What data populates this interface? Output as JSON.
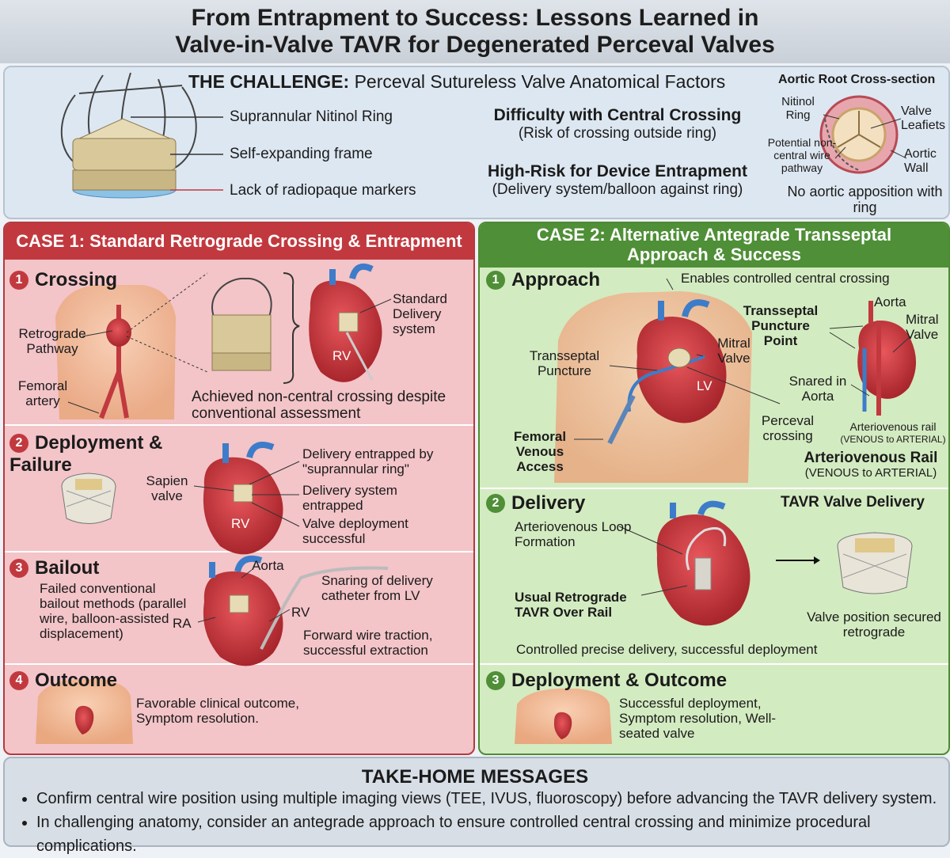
{
  "title": {
    "line1": "From Entrapment to Success: Lessons Learned in",
    "line2": "Valve-in-Valve TAVR for Degenerated Perceval Valves"
  },
  "challenge": {
    "heading_bold": "THE CHALLENGE:",
    "heading_rest": "Perceval Sutureless Valve Anatomical Factors",
    "labels": [
      "Suprannular Nitinol Ring",
      "Self-expanding frame",
      "Lack of radiopaque markers"
    ],
    "difficulty_title": "Difficulty with Central Crossing",
    "difficulty_sub": "(Risk of crossing outside ring)",
    "risk_title": "High-Risk for Device Entrapment",
    "risk_sub": "(Delivery system/balloon against ring)",
    "cross_section": {
      "title": "Aortic Root Cross-section",
      "nitinol": "Nitinol Ring",
      "leaflets": "Valve Leafiets",
      "pathway": "Potential non-central wire pathway",
      "wall": "Aortic Wall",
      "apposition": "No aortic apposition with ring"
    }
  },
  "case1": {
    "header": "CASE 1: Standard Retrograde Crossing & Entrapment",
    "s1": {
      "num": "1",
      "title": "Crossing",
      "retro": "Retrograde Pathway",
      "femoral": "Femoral artery",
      "standard": "Standard Delivery system",
      "rv": "RV",
      "note": "Achieved non-central crossing despite conventional assessment"
    },
    "s2": {
      "num": "2",
      "title": "Deployment & Failure",
      "sapien": "Sapien valve",
      "rv": "RV",
      "l1": "Delivery entrapped by \"suprannular ring\"",
      "l2": "Delivery system entrapped",
      "l3": "Valve deployment successful"
    },
    "s3": {
      "num": "3",
      "title": "Bailout",
      "desc": "Failed conventional bailout methods (parallel wire, balloon-assisted displacement)",
      "ra": "RA",
      "aorta": "Aorta",
      "rv": "RV",
      "snare": "Snaring of delivery catheter from LV",
      "forward": "Forward wire traction, successful extraction"
    },
    "s4": {
      "num": "4",
      "title": "Outcome",
      "desc": "Favorable clinical outcome, Symptom resolution."
    }
  },
  "case2": {
    "header_line1": "CASE 2: Alternative Antegrade Transseptal",
    "header_line2": "Approach & Success",
    "s1": {
      "num": "1",
      "title": "Approach",
      "enables": "Enables controlled central crossing",
      "transseptal": "Transseptal Puncture",
      "mitral": "Mitral Valve",
      "lv": "LV",
      "femoral": "Femoral Venous Access",
      "tp_point": "Transseptal Puncture Point",
      "aorta": "Aorta",
      "mitral2": "Mitral Valve",
      "snared": "Snared in Aorta",
      "perceval": "Perceval crossing",
      "av_rail_small": "Arteriovenous rail",
      "venous_small": "(VENOUS to ARTERIAL)",
      "av_rail": "Arteriovenous Rail",
      "venous": "(VENOUS to ARTERIAL)"
    },
    "s2": {
      "num": "2",
      "title": "Delivery",
      "tavr": "TAVR Valve Delivery",
      "loop": "Arteriovenous Loop Formation",
      "usual": "Usual Retrograde TAVR Over Rail",
      "secured": "Valve position secured retrograde",
      "controlled": "Controlled precise delivery, successful deployment"
    },
    "s3": {
      "num": "3",
      "title": "Deployment & Outcome",
      "desc": "Successful deployment, Symptom resolution, Well-seated valve"
    }
  },
  "take_home": {
    "title": "TAKE-HOME MESSAGES",
    "items": [
      "Confirm central wire position using multiple imaging views (TEE, IVUS, fluoroscopy) before advancing the TAVR delivery system.",
      "In challenging anatomy, consider an antegrade approach to ensure controlled central crossing and minimize procedural complications."
    ]
  },
  "colors": {
    "red": "#c1393f",
    "green": "#4f8f37",
    "heart": "#c7343a",
    "vein": "#3d7cc9"
  }
}
